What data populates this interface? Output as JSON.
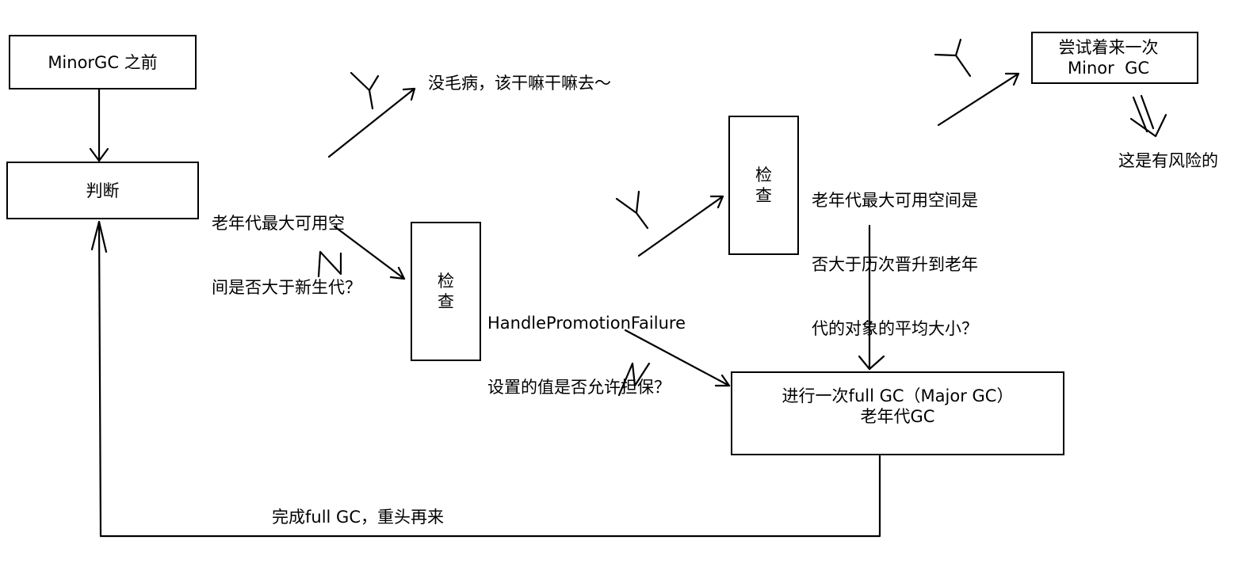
{
  "diagram": {
    "boxes": {
      "before_minor_gc": "MinorGC 之前",
      "judge": "判断",
      "check1_line1": "检",
      "check1_line2": "查",
      "check2_line1": "检",
      "check2_line2": "查",
      "try_minor_gc_line1": "尝试着来一次",
      "try_minor_gc_line2": "Minor  GC",
      "full_gc_line1": "进行一次full GC（Major GC）",
      "full_gc_line2": "老年代GC"
    },
    "texts": {
      "question1_line1": "老年代最大可用空",
      "question1_line2": "间是否大于新生代？",
      "no_problem": "没毛病，该干嘛干嘛去～",
      "question2_line1": "HandlePromotionFailure",
      "question2_line2": "设置的值是否允许担保？",
      "question3_line1": "老年代最大可用空间是",
      "question3_line2": "否大于历次晋升到老年",
      "question3_line3": "代的对象的平均大小？",
      "risky": "这是有风险的",
      "restart": "完成full GC，重头再来"
    },
    "edge_labels": {
      "yes": "Y",
      "no": "N"
    }
  }
}
